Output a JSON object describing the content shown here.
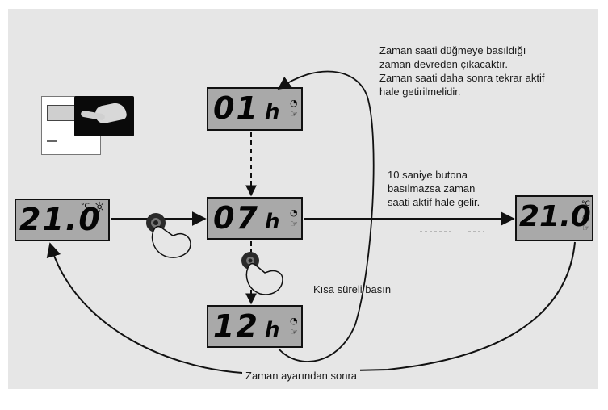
{
  "displays": {
    "main_left": {
      "digits": "21.0",
      "unit": "°C",
      "sun": "☼"
    },
    "step_01": {
      "digits": "01",
      "unit": "h"
    },
    "step_07": {
      "digits": "07",
      "unit": "h"
    },
    "step_12": {
      "digits": "12",
      "unit": "h"
    },
    "main_right": {
      "digits": "21.0",
      "unit": "°C"
    }
  },
  "notes": {
    "press_exit": [
      "Zaman saati düğmeye basıldığı",
      "zaman devreden çıkacaktır.",
      "Zaman saati daha sonra tekrar aktif",
      "hale getirilmelidir."
    ],
    "timeout": [
      "10 saniye butona",
      "basılmazsa zaman",
      "saati aktif hale gelir."
    ],
    "short_press": "Kısa süreli basın",
    "after_setting": "Zaman ayarından sonra"
  },
  "colors": {
    "panel": "#e6e6e6",
    "lcd": "#a9a9a9",
    "line": "#111111"
  }
}
